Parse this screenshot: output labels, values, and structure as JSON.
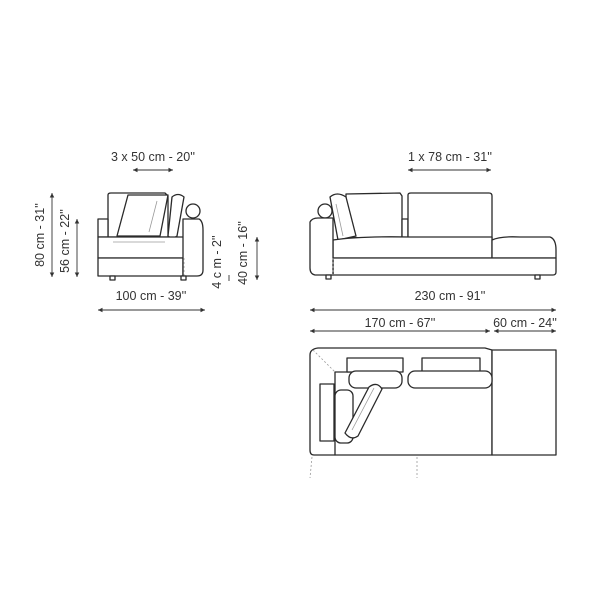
{
  "labels": {
    "seat_cushion_width": "3 x 50 cm - 20''",
    "total_height": "80 cm - 31''",
    "arm_height": "56 cm - 22''",
    "leg_height": "4 c m - 2''",
    "seat_height": "40 cm - 16''",
    "depth": "100 cm - 39''",
    "back_cushion_width": "1 x 78 cm - 31''",
    "total_width": "230 cm - 91''",
    "sofa_width": "170 cm - 67''",
    "chaise_width": "60 cm - 24''"
  },
  "colors": {
    "line": "#2a2a2a",
    "dimension": "#333333"
  }
}
